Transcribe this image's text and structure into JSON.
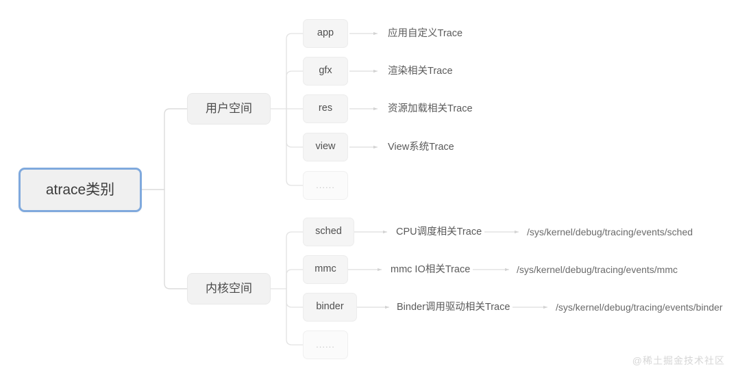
{
  "diagram": {
    "title": "atrace类别",
    "watermark": "@稀土掘金技术社区",
    "colors": {
      "root_border": "#7fa9dd",
      "root_fill": "#f0f0f0",
      "node_fill": "#f2f2f2",
      "node_border": "#e8e8e8",
      "wire": "#dcdcdc",
      "text": "#4a4a4a",
      "watermark": "#d6d6d6",
      "background": "#ffffff"
    },
    "root": {
      "label": "atrace类别"
    },
    "branches": [
      {
        "label": "用户空间",
        "children": [
          {
            "label": "app",
            "desc": "应用自定义Trace",
            "path": ""
          },
          {
            "label": "gfx",
            "desc": "渲染相关Trace",
            "path": ""
          },
          {
            "label": "res",
            "desc": "资源加载相关Trace",
            "path": ""
          },
          {
            "label": "view",
            "desc": "View系统Trace",
            "path": ""
          },
          {
            "label": "......",
            "desc": "",
            "path": ""
          }
        ]
      },
      {
        "label": "内核空间",
        "children": [
          {
            "label": "sched",
            "desc": "CPU调度相关Trace",
            "path": "/sys/kernel/debug/tracing/events/sched"
          },
          {
            "label": "mmc",
            "desc": "mmc IO相关Trace",
            "path": "/sys/kernel/debug/tracing/events/mmc"
          },
          {
            "label": "binder",
            "desc": "Binder调用驱动相关Trace",
            "path": "/sys/kernel/debug/tracing/events/binder"
          },
          {
            "label": "......",
            "desc": "",
            "path": ""
          }
        ]
      }
    ]
  }
}
